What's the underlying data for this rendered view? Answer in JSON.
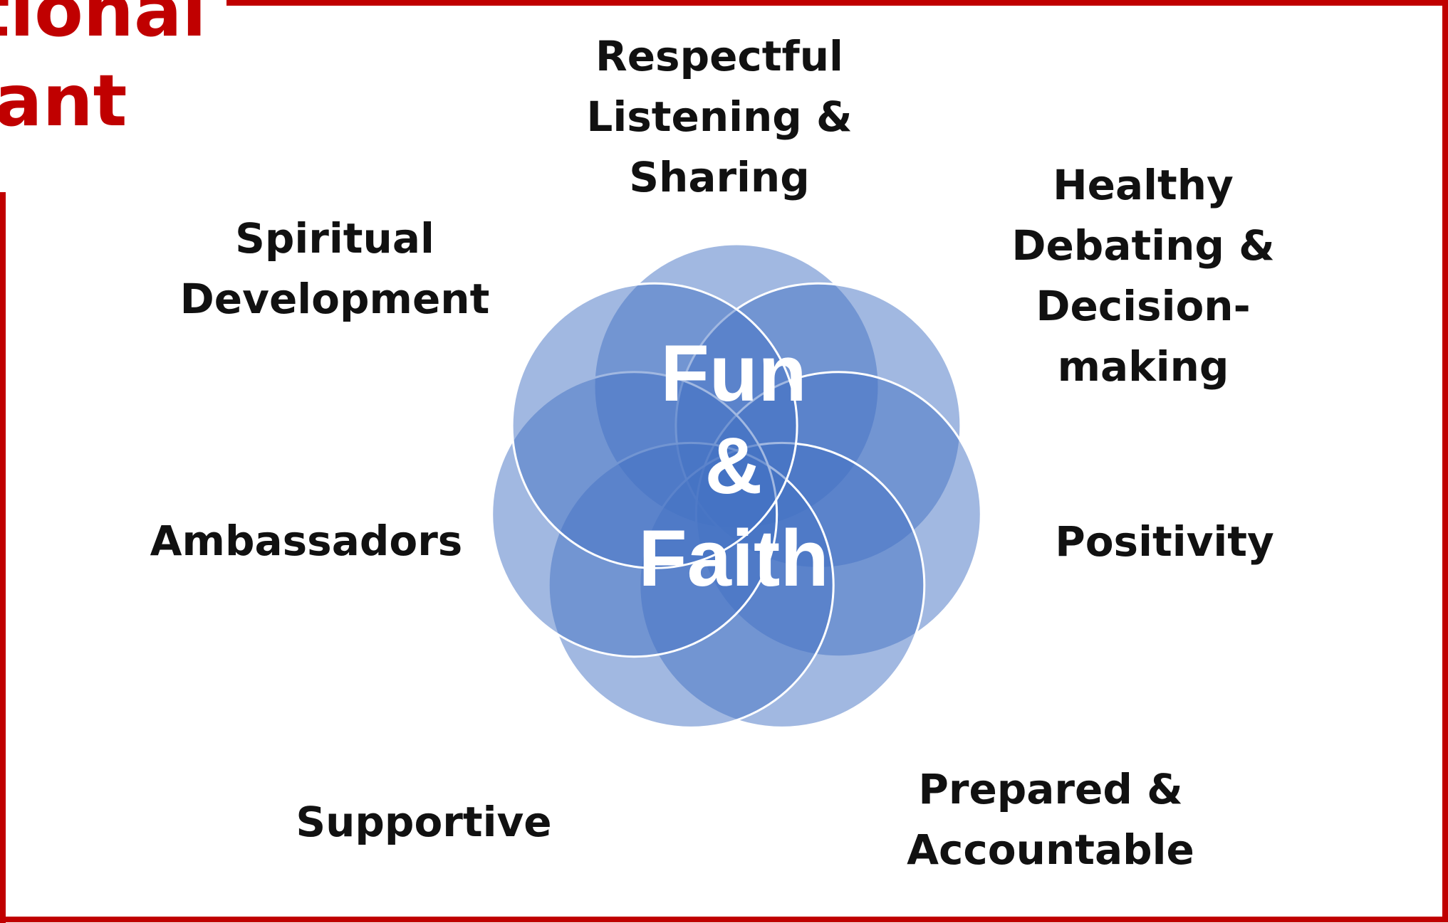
{
  "title": {
    "line1": "tional",
    "line2": "ant"
  },
  "diagram": {
    "center": {
      "line1": "Fun",
      "line2": "&",
      "line3": "Faith"
    },
    "labels": {
      "respectful": "Respectful\nListening &\nSharing",
      "healthy": "Healthy\nDebating &\nDecision-\nmaking",
      "positivity": "Positivity",
      "prepared": "Prepared &\nAccountable",
      "supportive": "Supportive",
      "ambassadors": "Ambassadors",
      "spiritual": "Spiritual\nDevelopment"
    }
  },
  "colors": {
    "frame": "#c00000",
    "title": "#c00000",
    "petal_fill": "#4472c4",
    "petal_stroke": "#ffffff",
    "label_text": "#111111",
    "center_text": "#ffffff"
  }
}
